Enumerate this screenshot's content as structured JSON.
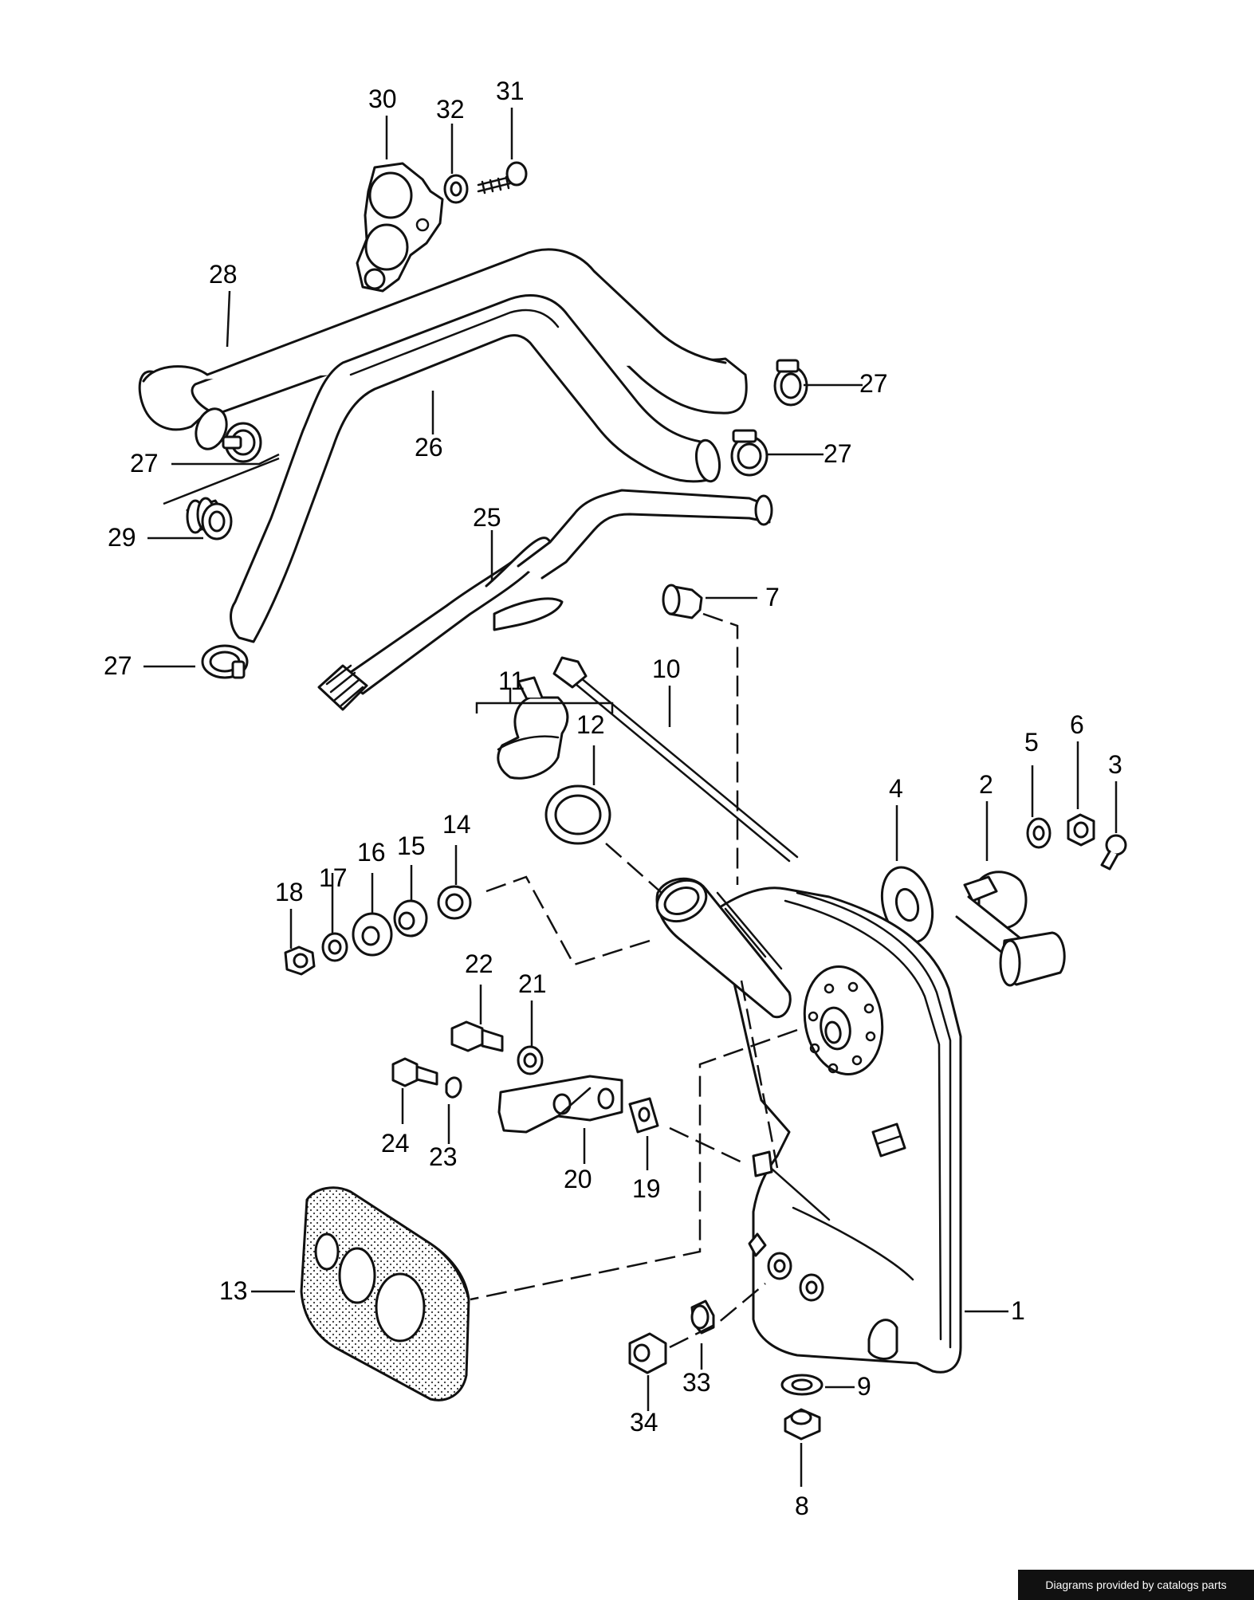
{
  "labels": [
    {
      "id": "1",
      "text": "1"
    },
    {
      "id": "2",
      "text": "2"
    },
    {
      "id": "3",
      "text": "3"
    },
    {
      "id": "4",
      "text": "4"
    },
    {
      "id": "5",
      "text": "5"
    },
    {
      "id": "6",
      "text": "6"
    },
    {
      "id": "7",
      "text": "7"
    },
    {
      "id": "8",
      "text": "8"
    },
    {
      "id": "9",
      "text": "9"
    },
    {
      "id": "10",
      "text": "10"
    },
    {
      "id": "11",
      "text": "11"
    },
    {
      "id": "12",
      "text": "12"
    },
    {
      "id": "13",
      "text": "13"
    },
    {
      "id": "14",
      "text": "14"
    },
    {
      "id": "15",
      "text": "15"
    },
    {
      "id": "16",
      "text": "16"
    },
    {
      "id": "17",
      "text": "17"
    },
    {
      "id": "18",
      "text": "18"
    },
    {
      "id": "19",
      "text": "19"
    },
    {
      "id": "20",
      "text": "20"
    },
    {
      "id": "21",
      "text": "21"
    },
    {
      "id": "22",
      "text": "22"
    },
    {
      "id": "23",
      "text": "23"
    },
    {
      "id": "24",
      "text": "24"
    },
    {
      "id": "25",
      "text": "25"
    },
    {
      "id": "26",
      "text": "26"
    },
    {
      "id": "27a",
      "text": "27"
    },
    {
      "id": "27b",
      "text": "27"
    },
    {
      "id": "27c",
      "text": "27"
    },
    {
      "id": "27d",
      "text": "27"
    },
    {
      "id": "28",
      "text": "28"
    },
    {
      "id": "29",
      "text": "29"
    },
    {
      "id": "30",
      "text": "30"
    },
    {
      "id": "31",
      "text": "31"
    },
    {
      "id": "32",
      "text": "32"
    },
    {
      "id": "33",
      "text": "33"
    },
    {
      "id": "34",
      "text": "34"
    }
  ],
  "credit": {
    "text": "Diagrams provided by catalogs parts",
    "background": "#111111",
    "color": "#ffffff"
  }
}
